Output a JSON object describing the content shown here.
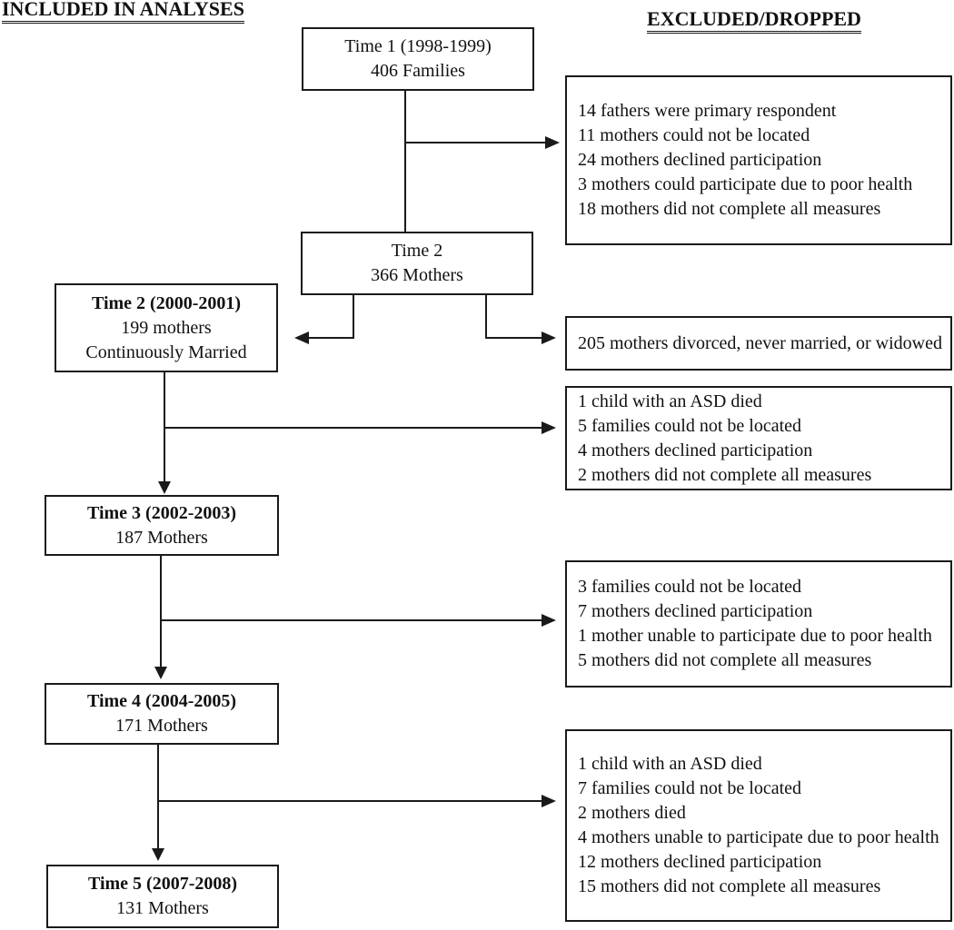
{
  "headers": {
    "included": "INCLUDED IN ANALYSES",
    "excluded": "EXCLUDED/DROPPED"
  },
  "flow_boxes": {
    "time1": {
      "line1": "Time 1 (1998-1999)",
      "line2": "406 Families"
    },
    "time2_center": {
      "line1": "Time 2",
      "line2": "366 Mothers"
    },
    "time2_married": {
      "title": "Time 2 (2000-2001)",
      "line2": "199 mothers",
      "line3": "Continuously Married"
    },
    "time3": {
      "title": "Time 3 (2002-2003)",
      "line2": "187 Mothers"
    },
    "time4": {
      "title": "Time 4 (2004-2005)",
      "line2": "171 Mothers"
    },
    "time5": {
      "title": "Time 5 (2007-2008)",
      "line2": "131 Mothers"
    }
  },
  "excluded_boxes": {
    "after_time1": {
      "items": [
        "14 fathers were primary respondent",
        "11 mothers could not be located",
        "24 mothers declined participation",
        "3 mothers could participate due to poor health",
        "18 mothers did not complete all measures"
      ]
    },
    "marital_status": {
      "items": [
        "205 mothers divorced, never married, or widowed"
      ]
    },
    "time2_to_time3": {
      "items": [
        "1 child with an ASD died",
        "5 families could not be located",
        "4 mothers declined participation",
        "2 mothers did not complete all measures"
      ]
    },
    "time3_to_time4": {
      "items": [
        "3 families could not be located",
        "7 mothers declined participation",
        "1 mother unable to participate due to poor health",
        "5 mothers did not complete all measures"
      ]
    },
    "time4_to_time5": {
      "items": [
        "1 child with an ASD died",
        "7 families could not be located",
        "2 mothers died",
        "4 mothers unable to participate due to poor health",
        "12 mothers declined participation",
        "15 mothers did not complete all measures"
      ]
    }
  },
  "colors": {
    "line": "#1a1a1a",
    "text": "#111111",
    "background": "#ffffff"
  }
}
